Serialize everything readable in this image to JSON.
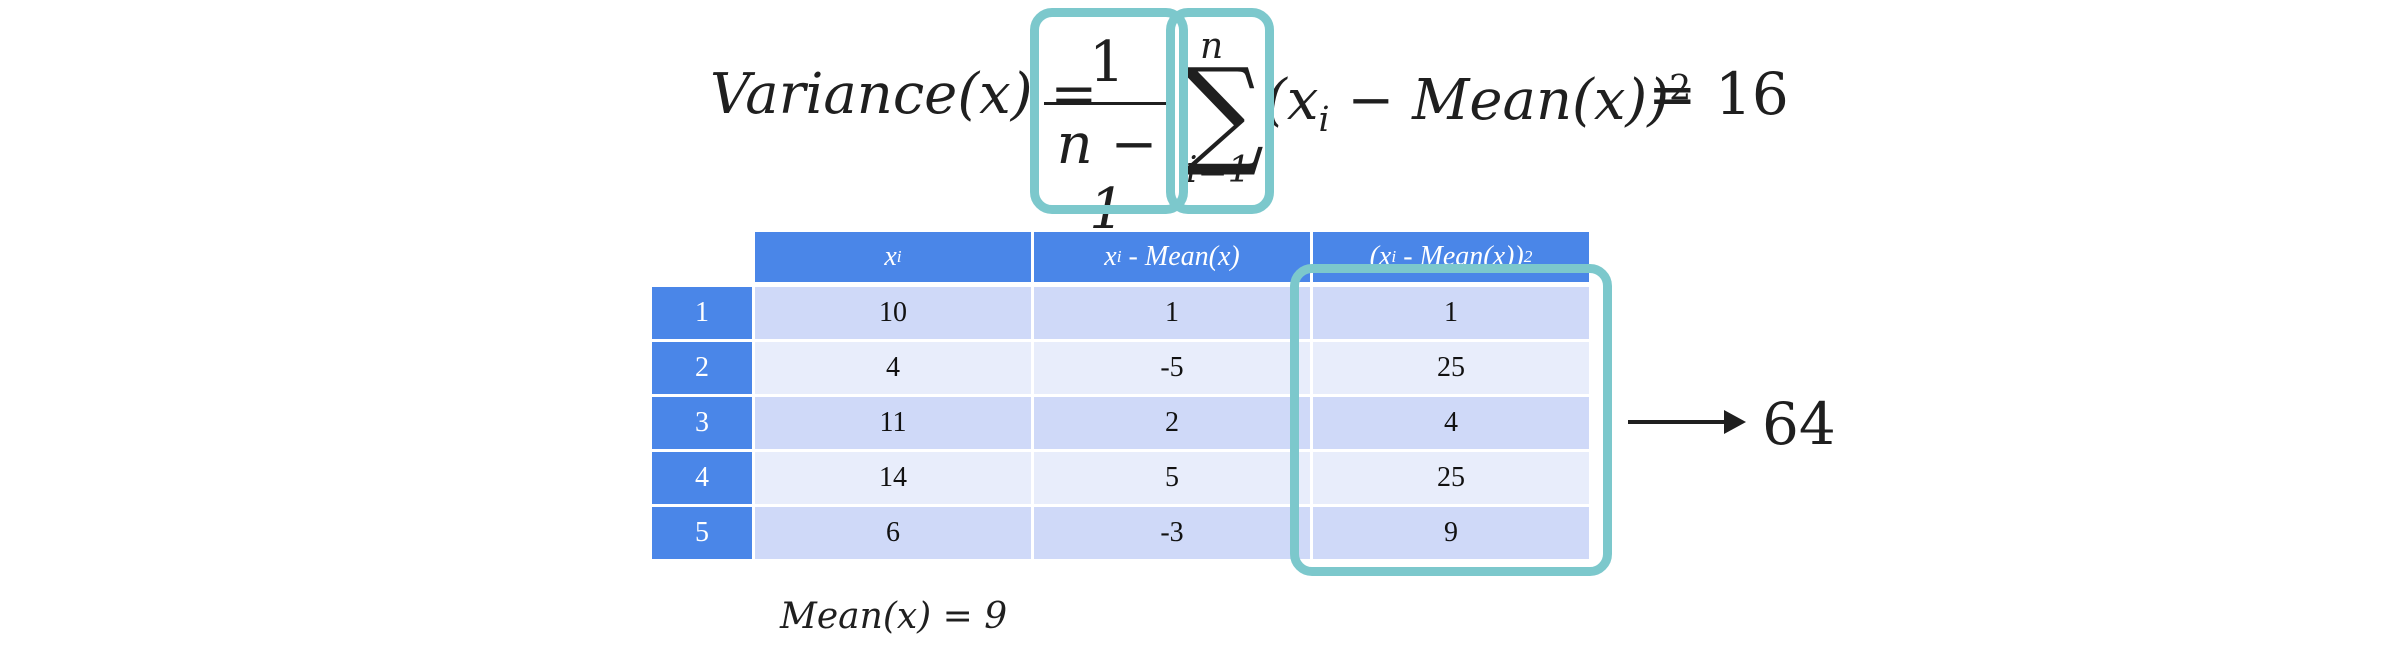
{
  "formula": {
    "lhs": "Variance(x) =",
    "numerator": "1",
    "denominator": "n − 1",
    "sum_upper": "n",
    "sum_lower": "i=1",
    "term_open": "(x",
    "term_sub": "i",
    "term_rest": " − Mean(x))",
    "term_power": "2",
    "result": "= 16"
  },
  "table": {
    "headers": [
      {
        "base": "x",
        "sub": "i",
        "rest": "",
        "sup": ""
      },
      {
        "base": "x",
        "sub": "i",
        "rest": " - Mean(x)",
        "sup": ""
      },
      {
        "base": "(x",
        "sub": "i",
        "rest": " - Mean(x))",
        "sup": "2"
      }
    ],
    "rows": [
      {
        "label": "1",
        "cells": [
          "10",
          "1",
          "1"
        ]
      },
      {
        "label": "2",
        "cells": [
          "4",
          "-5",
          "25"
        ]
      },
      {
        "label": "3",
        "cells": [
          "11",
          "2",
          "4"
        ]
      },
      {
        "label": "4",
        "cells": [
          "14",
          "5",
          "25"
        ]
      },
      {
        "label": "5",
        "cells": [
          "6",
          "-3",
          "9"
        ]
      }
    ]
  },
  "sum_result": "64",
  "mean_label": "Mean(x) = 9",
  "colors": {
    "header_blue": "#4a86e8",
    "row_odd": "#cfd9f8",
    "row_even": "#e8edfb",
    "highlight": "#7cc8cc"
  }
}
